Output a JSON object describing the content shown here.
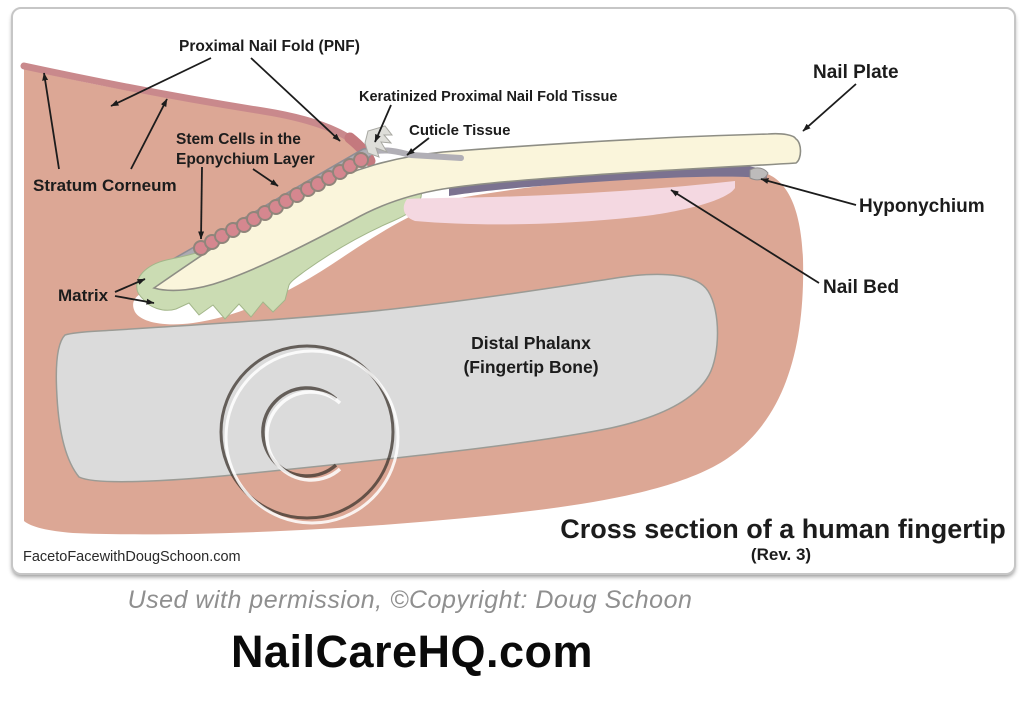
{
  "figure": {
    "title": "Cross section of a human fingertip",
    "revision": "(Rev. 3)",
    "credit": "FacetoFacewithDougSchoon.com",
    "watermark_symbol": "©",
    "labels": {
      "proximal_nail_fold": "Proximal Nail Fold (PNF)",
      "keratinized_pnf_tissue": "Keratinized Proximal Nail Fold Tissue",
      "cuticle_tissue": "Cuticle Tissue",
      "nail_plate": "Nail Plate",
      "stratum_corneum": "Stratum Corneum",
      "stem_cells_line1": "Stem Cells in the",
      "stem_cells_line2": "Eponychium Layer",
      "matrix": "Matrix",
      "hyponychium": "Hyponychium",
      "nail_bed": "Nail Bed",
      "distal_phalanx_line1": "Distal Phalanx",
      "distal_phalanx_line2": "(Fingertip Bone)"
    },
    "colors": {
      "skin": "#DCA795",
      "stratum_corneum_stripe": "#C9898C",
      "nail_plate_cream": "#FAF5DB",
      "matrix_green": "#CBDCB3",
      "nail_bed_pink": "#F4D8E1",
      "bed_epithelium_purple": "#7B7290",
      "eponychium_gray": "#ACAAB1",
      "stem_cell_pink": "#D5878F",
      "bone_gray": "#DBDBDB"
    }
  },
  "footer": {
    "permission": "Used with permission, ©Copyright: Doug Schoon",
    "site": "NailCareHQ.com"
  }
}
